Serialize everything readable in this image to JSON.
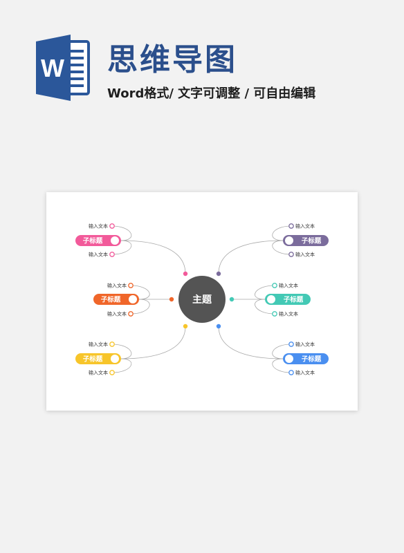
{
  "header": {
    "title": "思维导图",
    "subtitle": "Word格式/ 文字可调整 / 可自由编辑",
    "logo_letter": "W",
    "logo_icon": "word-logo-icon"
  },
  "mindmap": {
    "center": {
      "label": "主题",
      "color": "#545454"
    },
    "branches": [
      {
        "id": "top-left",
        "label": "子标题",
        "color": "#f25a9a",
        "leaves": [
          "输入文本",
          "输入文本"
        ]
      },
      {
        "id": "middle-left",
        "label": "子标题",
        "color": "#f0662a",
        "leaves": [
          "输入文本",
          "输入文本"
        ]
      },
      {
        "id": "bottom-left",
        "label": "子标题",
        "color": "#f7c52a",
        "leaves": [
          "输入文本",
          "输入文本"
        ]
      },
      {
        "id": "top-right",
        "label": "子标题",
        "color": "#7b6c9c",
        "leaves": [
          "输入文本",
          "输入文本"
        ]
      },
      {
        "id": "middle-right",
        "label": "子标题",
        "color": "#43c9b5",
        "leaves": [
          "输入文本",
          "输入文本"
        ]
      },
      {
        "id": "bottom-right",
        "label": "子标题",
        "color": "#4a8ff0",
        "leaves": [
          "输入文本",
          "输入文本"
        ]
      }
    ]
  }
}
